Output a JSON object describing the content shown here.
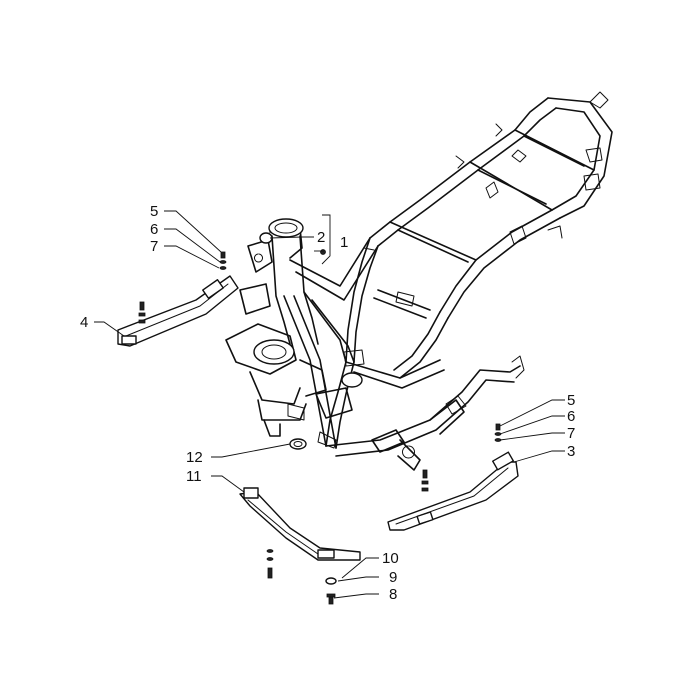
{
  "diagram": {
    "callouts": [
      {
        "id": "c5a",
        "text": "5"
      },
      {
        "id": "c6a",
        "text": "6"
      },
      {
        "id": "c7a",
        "text": "7"
      },
      {
        "id": "c2",
        "text": "2"
      },
      {
        "id": "c1",
        "text": "1"
      },
      {
        "id": "c4",
        "text": "4"
      },
      {
        "id": "c5b",
        "text": "5"
      },
      {
        "id": "c6b",
        "text": "6"
      },
      {
        "id": "c7b",
        "text": "7"
      },
      {
        "id": "c3",
        "text": "3"
      },
      {
        "id": "c12",
        "text": "12"
      },
      {
        "id": "c11",
        "text": "11"
      },
      {
        "id": "c10",
        "text": "10"
      },
      {
        "id": "c9",
        "text": "9"
      },
      {
        "id": "c8",
        "text": "8"
      }
    ]
  }
}
